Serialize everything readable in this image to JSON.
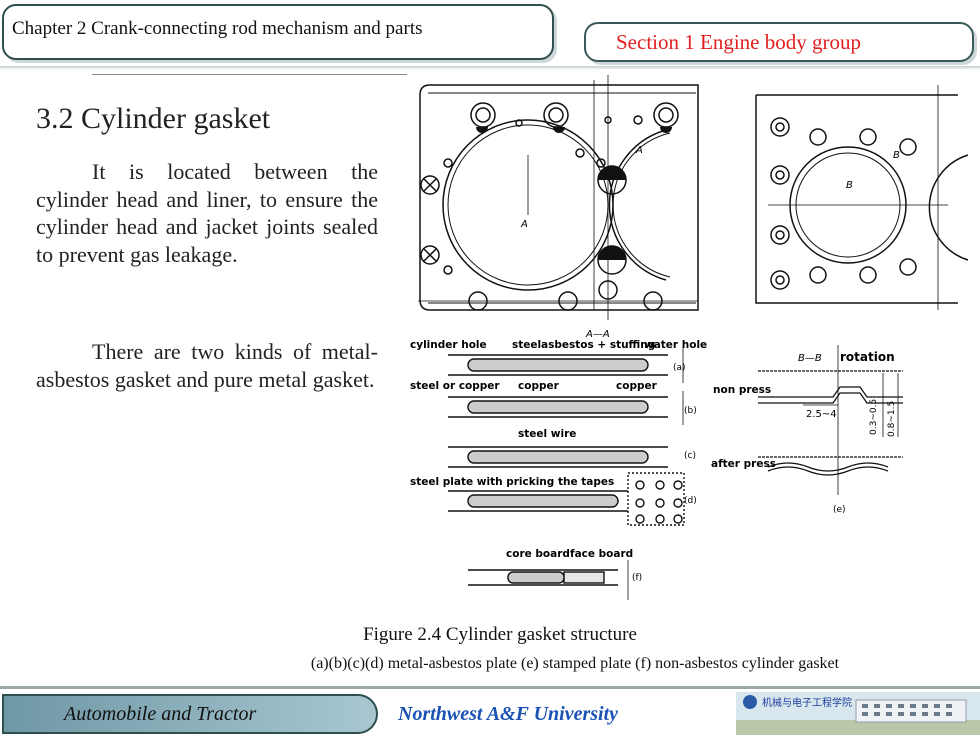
{
  "header": {
    "chapter": "Chapter 2  Crank-connecting rod mechanism and parts",
    "section": "Section 1  Engine body group"
  },
  "content": {
    "title": "3.2  Cylinder gasket",
    "paragraph1": "It is located between the cylinder head and liner, to ensure the cylinder head and jacket joints sealed to prevent gas leakage.",
    "paragraph2": "There are two kinds of metal-asbestos gasket and pure metal gasket."
  },
  "figure": {
    "label_a_top": "A",
    "label_a_bottom": "A",
    "label_b1": "B",
    "label_b2": "B",
    "label_aa": "A—A",
    "label_bb": "B—B",
    "rotation": "rotation",
    "cylinder_hole": "cylinder hole",
    "steel": "steel",
    "asbestos_stuffing": "asbestos + stuffing",
    "water_hole": "water hole",
    "steel_or_copper": "steel or copper",
    "copper1": "copper",
    "copper2": "copper",
    "non_press": "non press",
    "dim1": "2.5~4",
    "dim2": "0.3~0.5",
    "dim3": "0.8~1.5",
    "steel_wire": "steel wire",
    "after_press": "after press",
    "steel_plate": "steel plate with pricking the tapes",
    "core_board": "core board",
    "face_board": "face board",
    "sub_a": "(a)",
    "sub_b": "(b)",
    "sub_c": "(c)",
    "sub_d": "(d)",
    "sub_e": "(e)",
    "sub_f": "(f)"
  },
  "caption": {
    "line1": "Figure 2.4  Cylinder gasket structure",
    "line2": "(a)(b)(c)(d)  metal-asbestos  plate  (e) stamped plate  (f) non-asbestos  cylinder  gasket"
  },
  "footer": {
    "course": "Automobile  and Tractor",
    "university": "Northwest  A&F  University",
    "logo_text": "机械与电子工程学院"
  }
}
